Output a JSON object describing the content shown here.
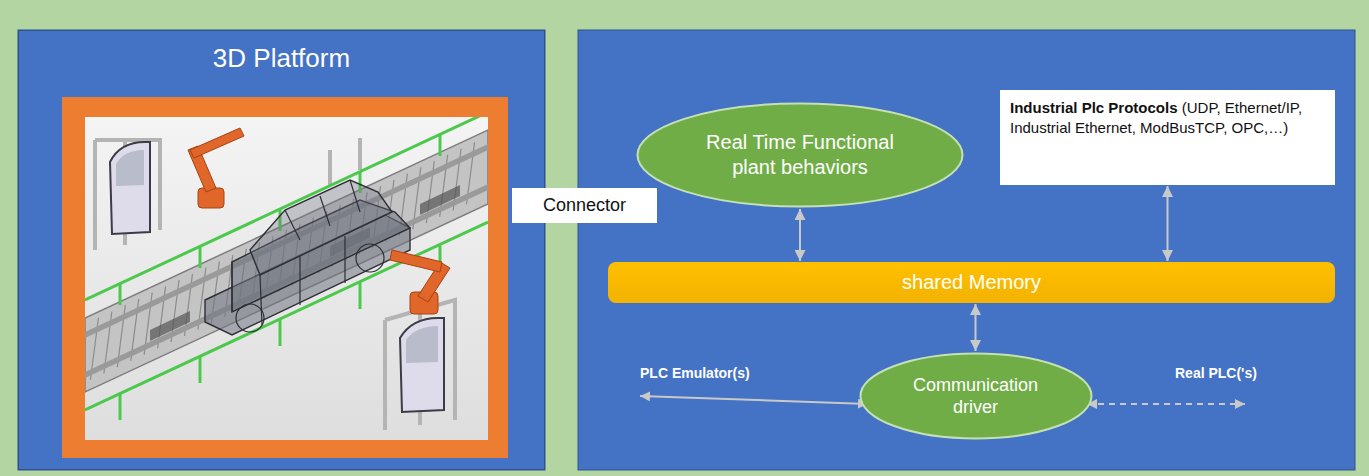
{
  "diagram": {
    "nodes": [
      {
        "text": [
          "3D Platform"
        ]
      },
      {
        "text": [
          "Connector"
        ]
      },
      {
        "text": [
          "Real Time Functional plant behaviors"
        ]
      },
      {
        "text": [
          "Industrial Plc Protocols",
          "(UDP, Ethernet/IP, Industrial Ethernet, ModBusTCP, OPC,…)"
        ]
      },
      {
        "text": [
          "shared Memory"
        ]
      },
      {
        "text": [
          "Communication driver"
        ]
      }
    ],
    "edges": [
      {
        "from": 2,
        "to": 4,
        "arrow": "both"
      },
      {
        "from": 3,
        "to": 4,
        "arrow": "both"
      },
      {
        "from": 4,
        "to": 5,
        "arrow": "both"
      }
    ],
    "labels": [
      "PLC Emulator(s)",
      "Real PLC('s)"
    ]
  }
}
